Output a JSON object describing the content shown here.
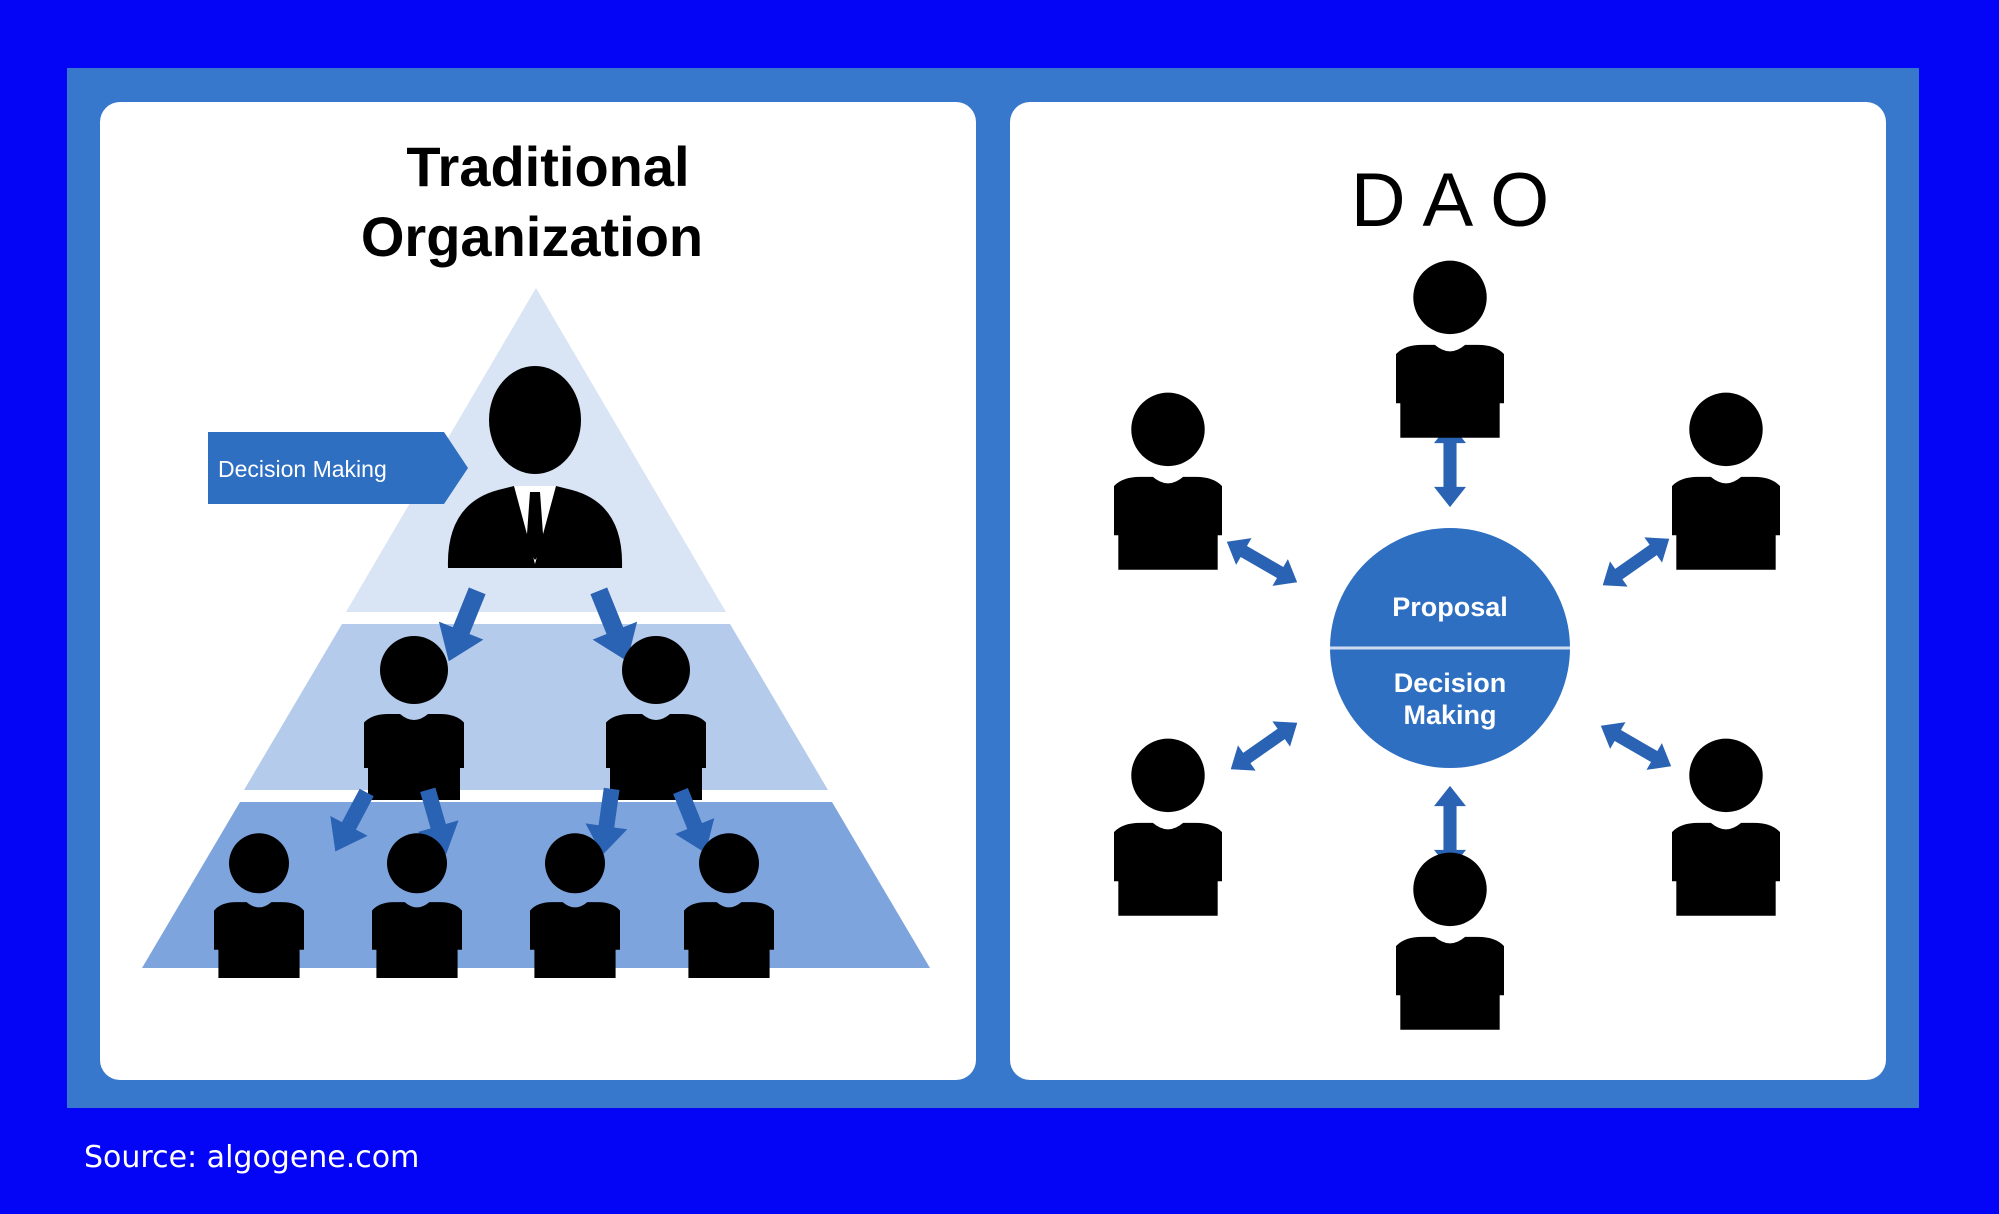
{
  "traditional": {
    "title_line1": "Traditional",
    "title_line2": "Organization",
    "callout": "Decision Making"
  },
  "dao": {
    "title": "D A O",
    "circle_top": "Proposal",
    "circle_bottom_line1": "Decision",
    "circle_bottom_line2": "Making"
  },
  "caption": "Source: algogene.com",
  "colors": {
    "background": "#0404f7",
    "frame": "#3778cd",
    "tier_top": "#d9e4f4",
    "tier_middle": "#b4cbeb",
    "tier_bottom": "#7ea4dd",
    "accent": "#2e6fc2",
    "arrow": "#2a63b4"
  },
  "icons": [
    "person-icon",
    "businessman-icon",
    "arrow-down-icon",
    "double-arrow-icon"
  ]
}
